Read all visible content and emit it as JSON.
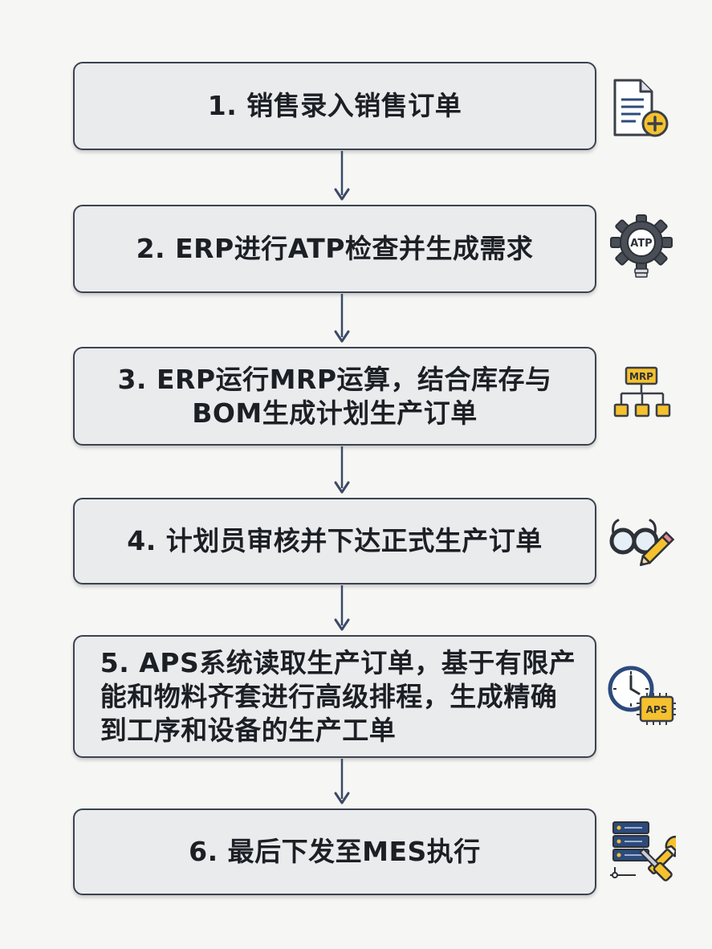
{
  "steps": [
    {
      "label": "1. 销售录入销售订单",
      "icon": "document-add-icon"
    },
    {
      "label": "2. ERP进行ATP检查并生成需求",
      "icon": "gear-bulb-icon",
      "icon_text": "ATP"
    },
    {
      "line1": "3. ERP运行MRP运算，结合库存与",
      "line2": "BOM生成计划生产订单",
      "icon": "hierarchy-icon",
      "icon_text": "MRP"
    },
    {
      "label": "4. 计划员审核并下达正式生产订单",
      "icon": "glasses-pencil-icon"
    },
    {
      "line1": "5. APS系统读取生产订单，基于有限产",
      "line2": "能和物料齐套进行高级排程，生成精确",
      "line3": "到工序和设备的生产工单",
      "icon": "clock-chip-icon",
      "icon_text": "APS"
    },
    {
      "label": "6. 最后下发至MES执行",
      "icon": "server-tools-icon"
    }
  ],
  "colors": {
    "box_fill": "#e9ebed",
    "box_border": "#3b4350",
    "arrow": "#3b4a66",
    "icon_yellow": "#f5c12e",
    "icon_blue": "#2c4a7c",
    "icon_dark": "#3a3f48"
  }
}
